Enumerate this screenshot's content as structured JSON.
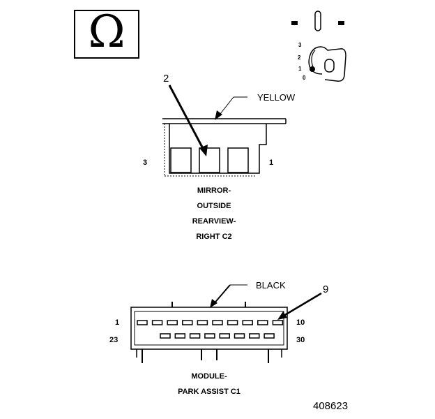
{
  "omega_symbol": "Ω",
  "key_positions": [
    "3",
    "2",
    "1",
    "0"
  ],
  "connector_c2": {
    "color_label": "YELLOW",
    "callout_number": "2",
    "pin_left": "3",
    "pin_right": "1",
    "title_lines": [
      "MIRROR-",
      "OUTSIDE",
      "REARVIEW-",
      "RIGHT C2"
    ]
  },
  "connector_c1": {
    "color_label": "BLACK",
    "callout_number": "9",
    "pin_top_left": "1",
    "pin_top_right": "10",
    "pin_bottom_left": "23",
    "pin_bottom_right": "30",
    "title_lines": [
      "MODULE-",
      "PARK ASSIST C1"
    ]
  },
  "figure_number": "408623"
}
